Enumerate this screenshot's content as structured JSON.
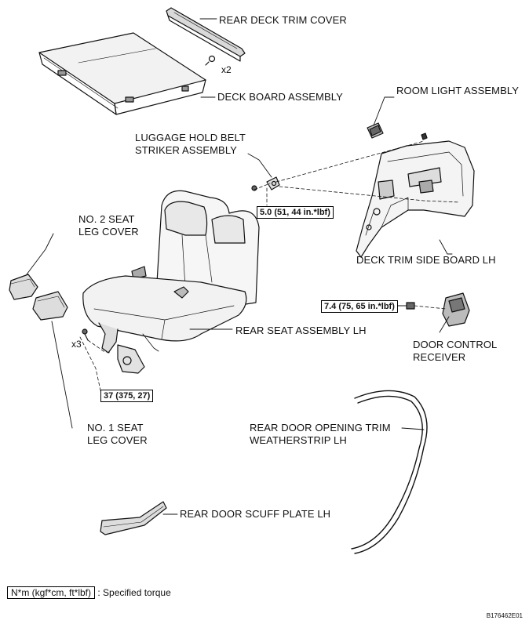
{
  "labels": {
    "rear_deck_trim_cover": "REAR DECK TRIM COVER",
    "deck_board_assembly": "DECK BOARD ASSEMBLY",
    "room_light_assembly": "ROOM LIGHT ASSEMBLY",
    "luggage_hold_belt_striker": "LUGGAGE HOLD BELT\nSTRIKER ASSEMBLY",
    "no2_seat_leg_cover": "NO. 2 SEAT\nLEG COVER",
    "deck_trim_side_board": "DECK TRIM SIDE BOARD LH",
    "rear_seat_assembly": "REAR SEAT ASSEMBLY LH",
    "door_control_receiver": "DOOR CONTROL\nRECEIVER",
    "no1_seat_leg_cover": "NO. 1 SEAT\nLEG COVER",
    "rear_door_opening_trim": "REAR DOOR OPENING TRIM\nWEATHERSTRIP LH",
    "rear_door_scuff_plate": "REAR DOOR SCUFF PLATE LH"
  },
  "torques": {
    "striker": "5.0 (51, 44 in.*lbf)",
    "receiver": "7.4 (75, 65 in.*lbf)",
    "seat": "37 (375, 27)"
  },
  "quantities": {
    "deck_trim_screws": "x2",
    "seat_bolts": "x3"
  },
  "legend": {
    "unit_box": "N*m (kgf*cm, ft*lbf)",
    "text": ": Specified torque"
  },
  "figure_code": "B176462E01"
}
